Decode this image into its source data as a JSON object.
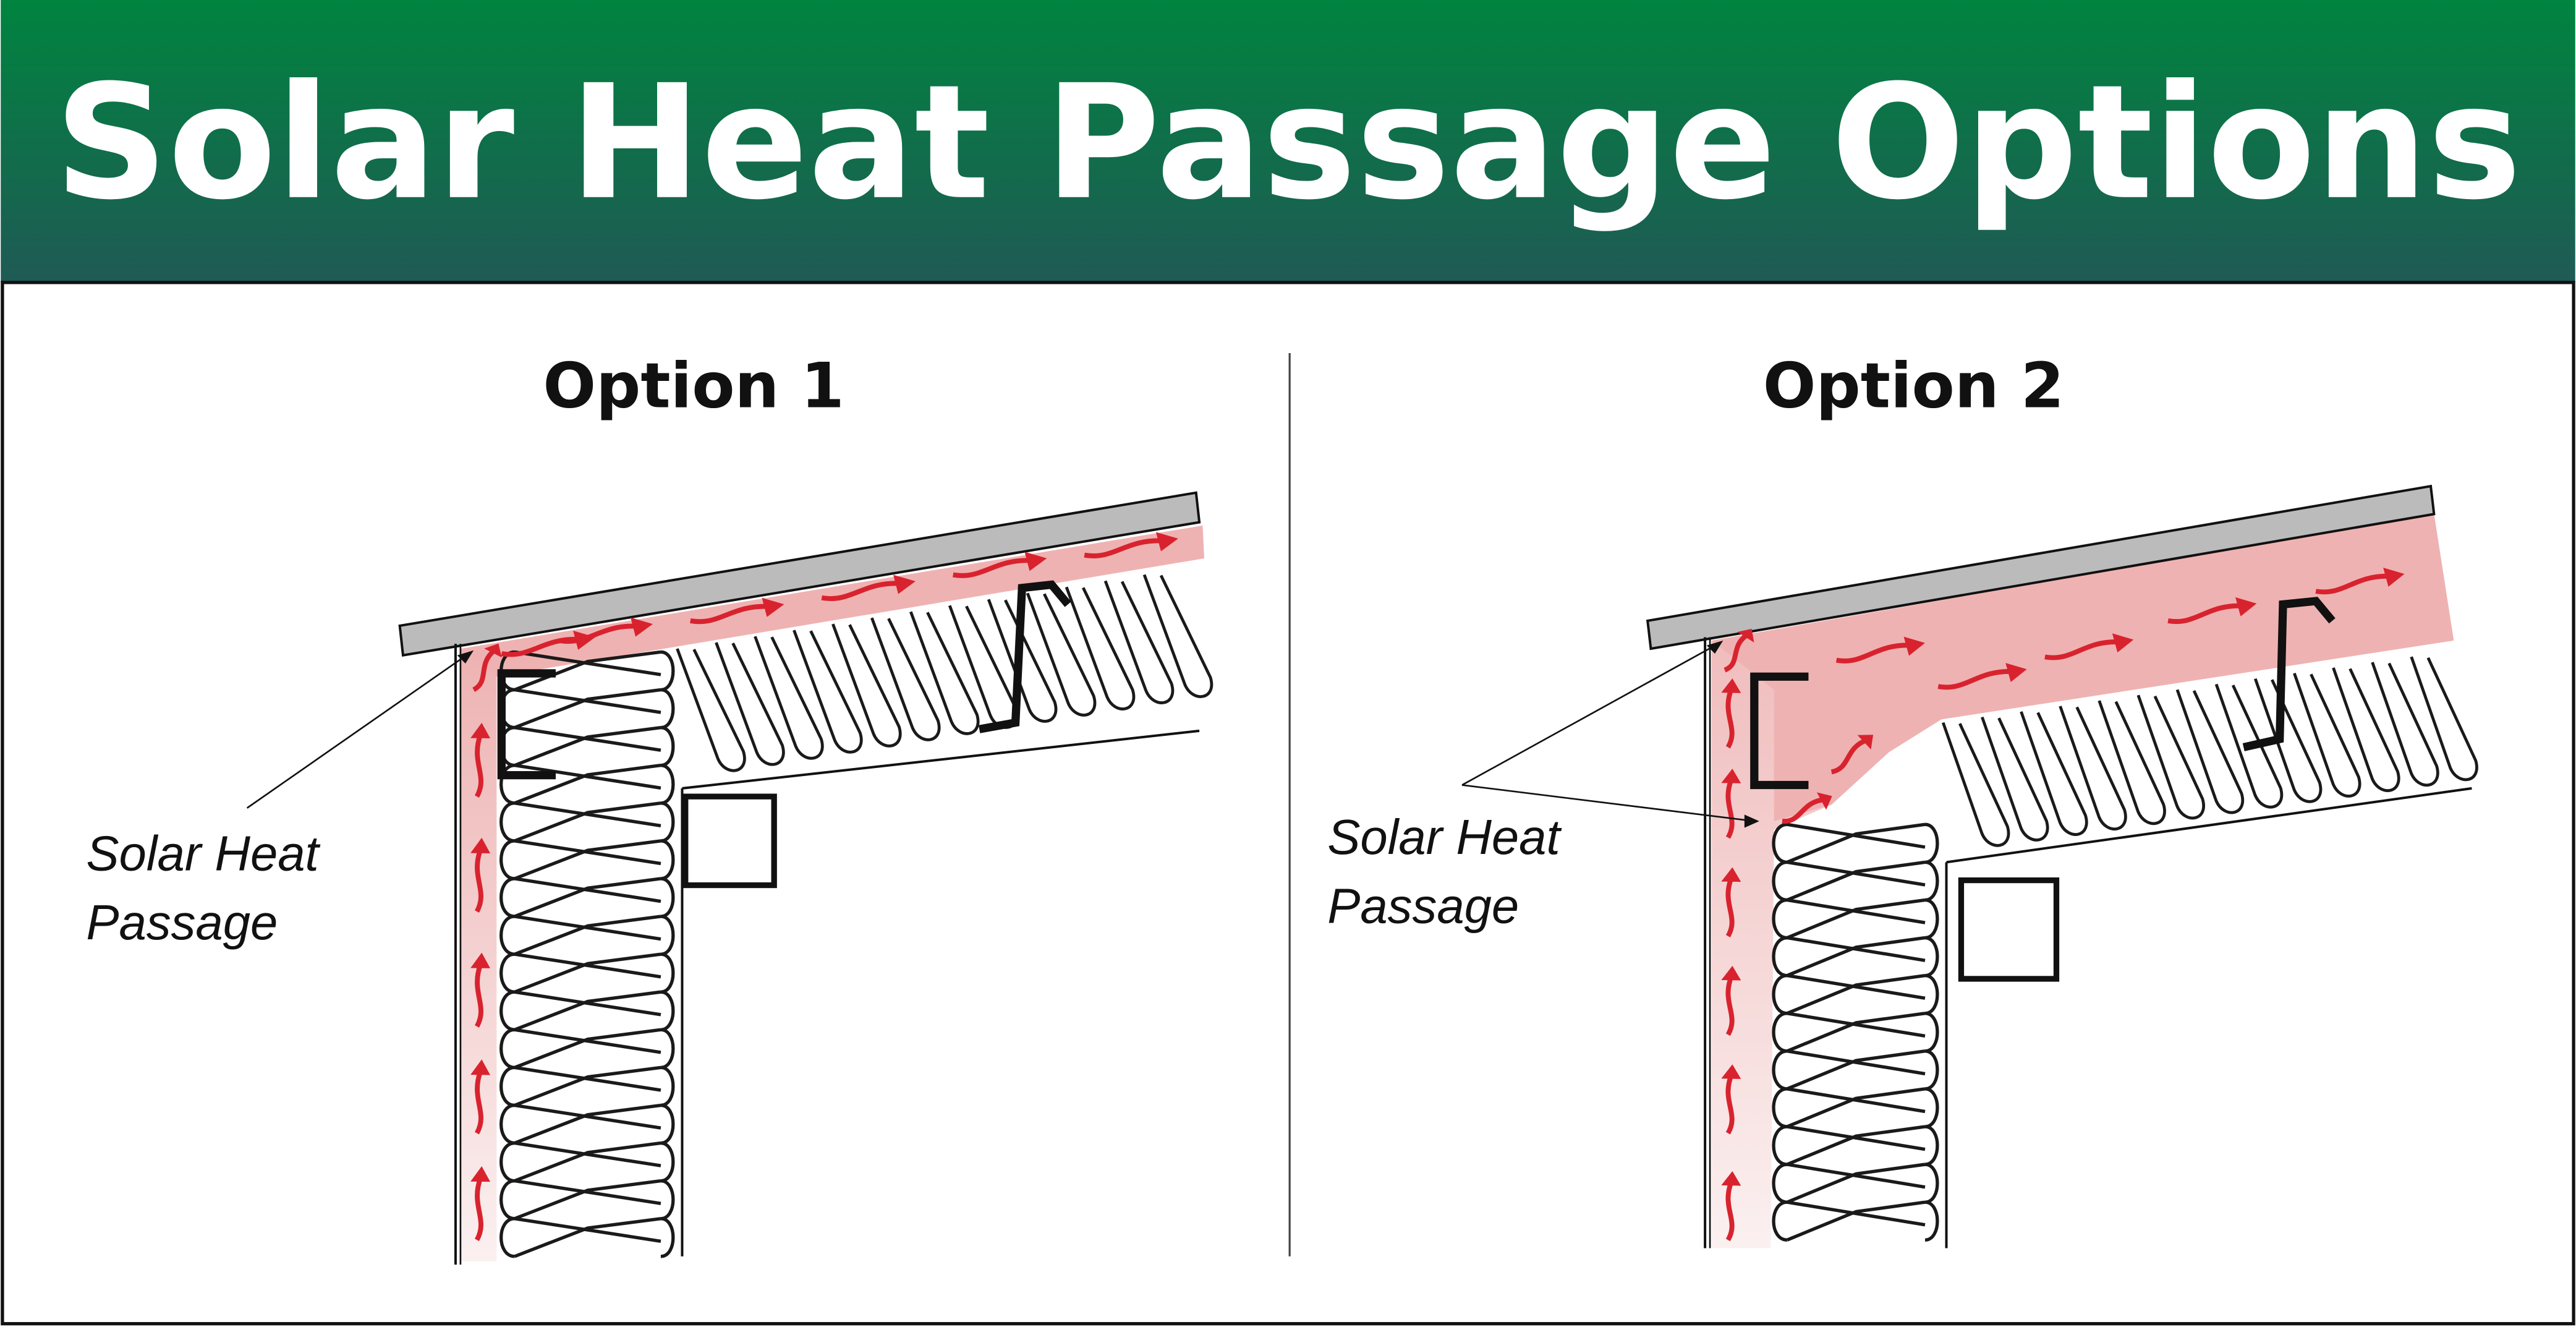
{
  "header": {
    "title": "Solar Heat Passage Options"
  },
  "options": [
    {
      "label": "Option 1",
      "callout_line1": "Solar Heat",
      "callout_line2": "Passage"
    },
    {
      "label": "Option 2",
      "callout_line1": "Solar Heat",
      "callout_line2": "Passage"
    }
  ],
  "colors": {
    "header_top": "#00843f",
    "header_bottom": "#1f5a55",
    "heat_passage": "#efb0b0",
    "arrow": "#d8232f",
    "roof_panel": "#bbbbbb"
  }
}
